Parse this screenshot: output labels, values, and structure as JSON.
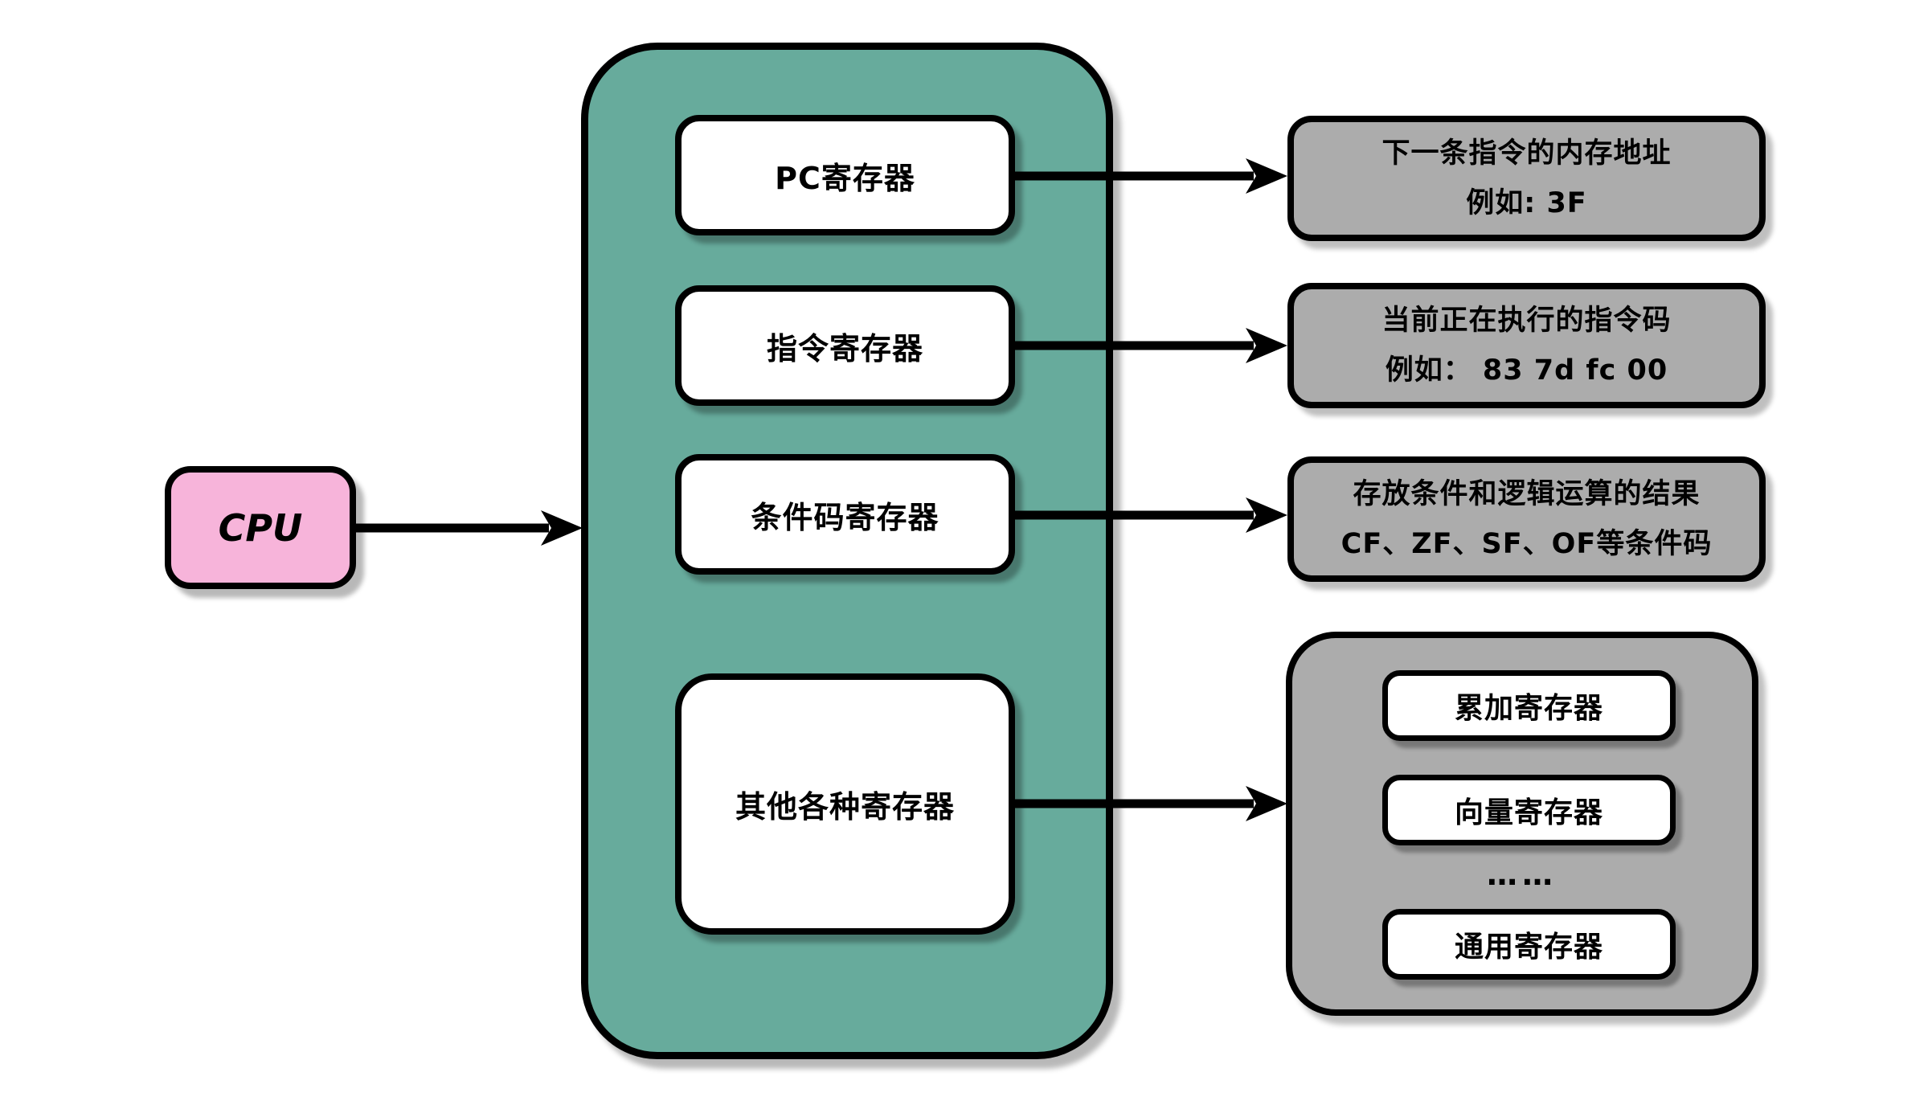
{
  "cpu": {
    "label": "CPU"
  },
  "cpu_panel": {
    "registers": [
      {
        "label": "PC寄存器"
      },
      {
        "label": "指令寄存器"
      },
      {
        "label": "条件码寄存器"
      },
      {
        "label": "其他各种寄存器"
      }
    ]
  },
  "annotations": [
    {
      "line1": "下一条指令的内存地址",
      "line2": "例如: 3F"
    },
    {
      "line1": "当前正在执行的指令码",
      "line2": "例如： 83 7d fc 00"
    },
    {
      "line1": "存放条件和逻辑运算的结果",
      "line2": "CF、ZF、SF、OF等条件码"
    }
  ],
  "other_registers": {
    "boxes": [
      {
        "label": "累加寄存器"
      },
      {
        "label": "向量寄存器"
      },
      {
        "label": "通用寄存器"
      }
    ],
    "ellipsis": "……"
  },
  "colors": {
    "cpu_fill": "#F7B4DA",
    "panel_fill": "#67AB9C",
    "annotation_fill": "#ACACAC",
    "box_fill": "#FFFFFF",
    "border": "#000000"
  }
}
